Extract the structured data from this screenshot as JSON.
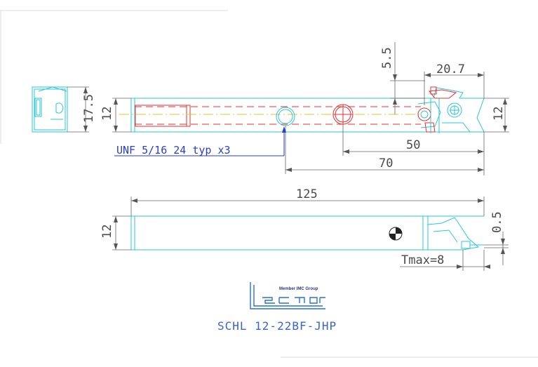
{
  "dimensions": {
    "d_17_5": "17.5",
    "d_12_left": "12",
    "d_12_right": "12",
    "d_5_5": "5.5",
    "d_20_7": "20.7",
    "d_50": "50",
    "d_70": "70",
    "d_125": "125",
    "d_12_bottom": "12",
    "d_0_5": "0.5",
    "tmax": "Tmax=8"
  },
  "annotation": {
    "thread": "UNF 5/16 24 typ x3"
  },
  "logo": {
    "member_text": "Member IMC Group",
    "brand": "ISCAR"
  },
  "part_number": "SCHL 12-22BF-JHP",
  "colors": {
    "outline": "#2ac6d6",
    "hidden": "#e53030",
    "centerline": "#e6c22a",
    "annotation": "#2a3ecc",
    "title": "#3a64c8",
    "logo": "#2a6fd6"
  }
}
